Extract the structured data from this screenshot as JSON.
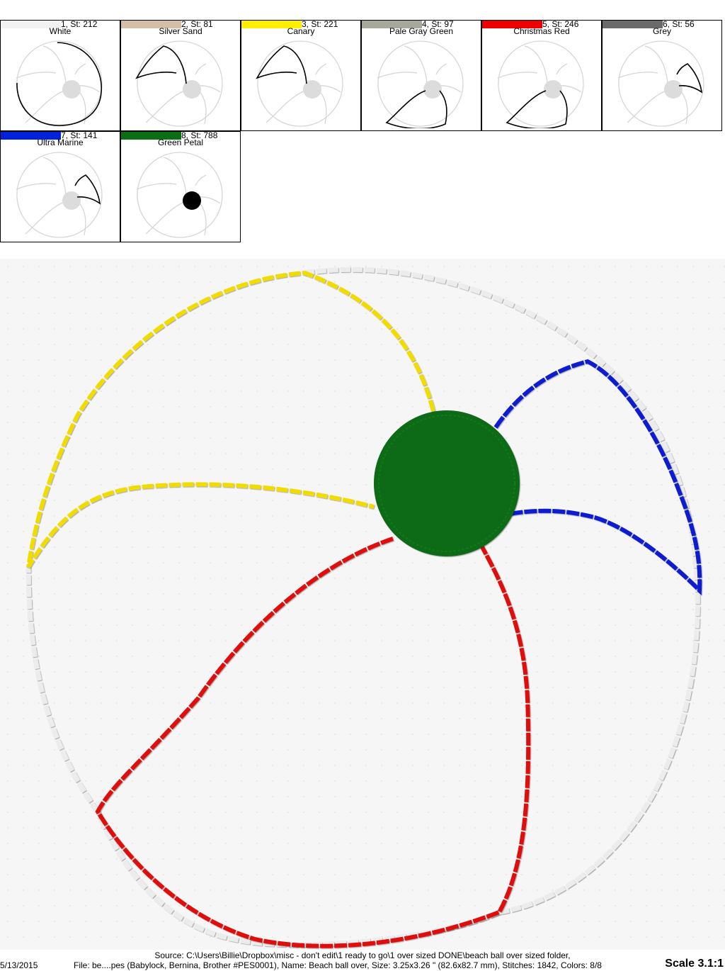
{
  "colors": [
    {
      "number_label": "1, St: 212",
      "name": "White",
      "hex": "#f2f2f2",
      "outline": "white-arc"
    },
    {
      "number_label": "2, St: 81",
      "name": "Silver Sand",
      "hex": "#d2bfa6",
      "outline": "silver-panel"
    },
    {
      "number_label": "3, St: 221",
      "name": "Canary",
      "hex": "#ffee00",
      "outline": "canary-panel"
    },
    {
      "number_label": "4, St: 97",
      "name": "Pale Gray Green",
      "hex": "#a6a99a",
      "outline": "gray-panel"
    },
    {
      "number_label": "5, St: 246",
      "name": "Christmas Red",
      "hex": "#ee0000",
      "outline": "red-panel"
    },
    {
      "number_label": "6, St: 56",
      "name": "Grey",
      "hex": "#6a6a6a",
      "outline": "grey-panel"
    },
    {
      "number_label": "7, St: 141",
      "name": "Ultra Marine",
      "hex": "#0022dd",
      "outline": "blue-panel"
    },
    {
      "number_label": "8, St: 788",
      "name": "Green Petal",
      "hex": "#0a6e12",
      "outline": "center-dot"
    }
  ],
  "footer": {
    "source": "Source: C:\\Users\\Billie\\Dropbox\\misc - don't edit\\1 ready to go\\1 over sized DONE\\beach ball over sized folder,",
    "date": "5/13/2015",
    "file_info": "File: be....pes (Babylock, Bernina, Brother #PES0001), Name: Beach ball over, Size: 3.25x3.26 \" (82.6x82.7 mm), Stitches: 1842, Colors: 8/8",
    "scale": "Scale 3.1:1"
  }
}
